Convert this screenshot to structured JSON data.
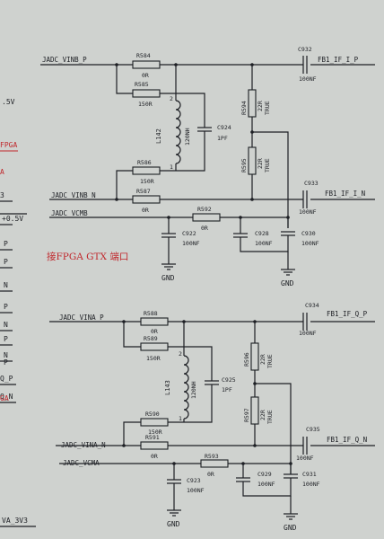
{
  "colors": {
    "paper": "#cfd2cf",
    "ink": "#1d1f24",
    "accent": "#c0262b"
  },
  "left_edge": {
    "v05": ".5V",
    "fpga": "FPGA",
    "a": "A",
    "n3": "3",
    "v05b": "+0.5V",
    "p1": "P",
    "p2": "P",
    "n1": "N",
    "p3": "P",
    "n2": "N",
    "p4": "P",
    "n4": "N",
    "p5": "P",
    "q_p": "Q_P",
    "q_n": "Q_N",
    "ga": "GA",
    "va_3v3": "VA_3V3"
  },
  "note": "接FPGA GTX 端口",
  "top": {
    "net_inb_p": "JADC_VINB_P",
    "net_inb_n": "JADC_VINB_N",
    "net_vcmb": "JADC_VCMB",
    "out_p": "FB1_IF_I_P",
    "out_n": "FB1_IF_I_N",
    "r584": {
      "ref": "R584",
      "val": "0R"
    },
    "r585": {
      "ref": "R585",
      "val": "150R"
    },
    "r586": {
      "ref": "R586",
      "val": "150R"
    },
    "r587": {
      "ref": "R587",
      "val": "0R"
    },
    "r592": {
      "ref": "R592",
      "val": "0R"
    },
    "r594": {
      "ref": "R594",
      "val": "22R",
      "tol": "TRUE"
    },
    "r595": {
      "ref": "R595",
      "val": "22R",
      "tol": "TRUE"
    },
    "l142": {
      "ref": "L142",
      "val": "120NH",
      "pin1": "1",
      "pin2": "2"
    },
    "c924": {
      "ref": "C924",
      "val": "1PF"
    },
    "c932": {
      "ref": "C932",
      "val": "100NF"
    },
    "c933": {
      "ref": "C933",
      "val": "100NF"
    },
    "c922": {
      "ref": "C922",
      "val": "100NF"
    },
    "c928": {
      "ref": "C928",
      "val": "100NF"
    },
    "c930": {
      "ref": "C930",
      "val": "100NF"
    },
    "gnd1": "GND",
    "gnd2": "GND"
  },
  "bottom": {
    "net_ina_p": "JADC_VINA_P",
    "net_ina_n": "JADC_VINA_N",
    "net_vcma": "JADC_VCMA",
    "out_p": "FB1_IF_Q_P",
    "out_n": "FB1_IF_Q_N",
    "r588": {
      "ref": "R588",
      "val": "0R"
    },
    "r589": {
      "ref": "R589",
      "val": "150R"
    },
    "r590": {
      "ref": "R590",
      "val": "150R"
    },
    "r591": {
      "ref": "R591",
      "val": "0R"
    },
    "r593": {
      "ref": "R593",
      "val": "0R"
    },
    "r596": {
      "ref": "R596",
      "val": "22R",
      "tol": "TRUE"
    },
    "r597": {
      "ref": "R597",
      "val": "22R",
      "tol": "TRUE"
    },
    "l143": {
      "ref": "L143",
      "val": "120NH",
      "pin1": "1",
      "pin2": "2"
    },
    "c925": {
      "ref": "C925",
      "val": "1PF"
    },
    "c934": {
      "ref": "C934",
      "val": "100NF"
    },
    "c935": {
      "ref": "C935",
      "val": "100NF"
    },
    "c923": {
      "ref": "C923",
      "val": "100NF"
    },
    "c929": {
      "ref": "C929",
      "val": "100NF"
    },
    "c931": {
      "ref": "C931",
      "val": "100NF"
    },
    "gnd1": "GND",
    "gnd2": "GND"
  }
}
